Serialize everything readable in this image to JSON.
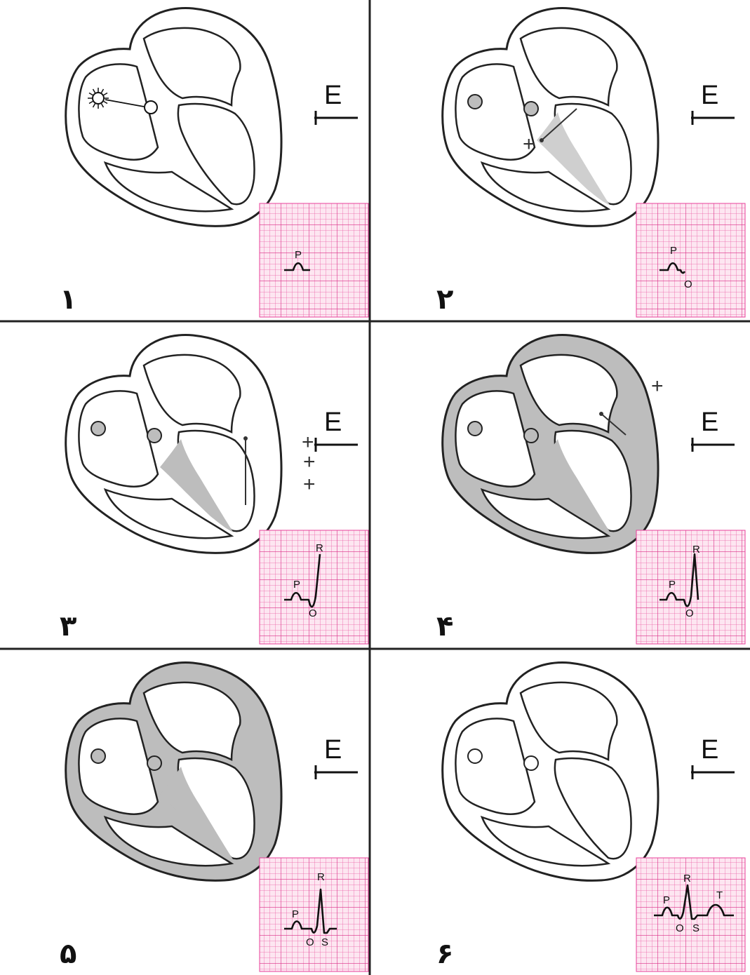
{
  "panels": [
    {
      "number": "۱",
      "electrode": "E",
      "wave_labels": [
        "P"
      ],
      "signs": []
    },
    {
      "number": "۲",
      "electrode": "E",
      "wave_labels": [
        "P",
        "O"
      ],
      "signs": [
        "+"
      ]
    },
    {
      "number": "۳",
      "electrode": "E",
      "wave_labels": [
        "P",
        "O",
        "R"
      ],
      "signs": [
        "+",
        "+",
        "+"
      ]
    },
    {
      "number": "۴",
      "electrode": "E",
      "wave_labels": [
        "P",
        "O",
        "R"
      ],
      "signs": [
        "+"
      ]
    },
    {
      "number": "۵",
      "electrode": "E",
      "wave_labels": [
        "P",
        "O",
        "R",
        "S"
      ],
      "signs": []
    },
    {
      "number": "۶",
      "electrode": "E",
      "wave_labels": [
        "P",
        "O",
        "R",
        "S",
        "T"
      ],
      "signs": []
    }
  ],
  "colors": {
    "grid": "#e8409a",
    "grid_bg": "#fde6f1",
    "wall_fill": "#bdbdbd",
    "outline": "#222222"
  }
}
